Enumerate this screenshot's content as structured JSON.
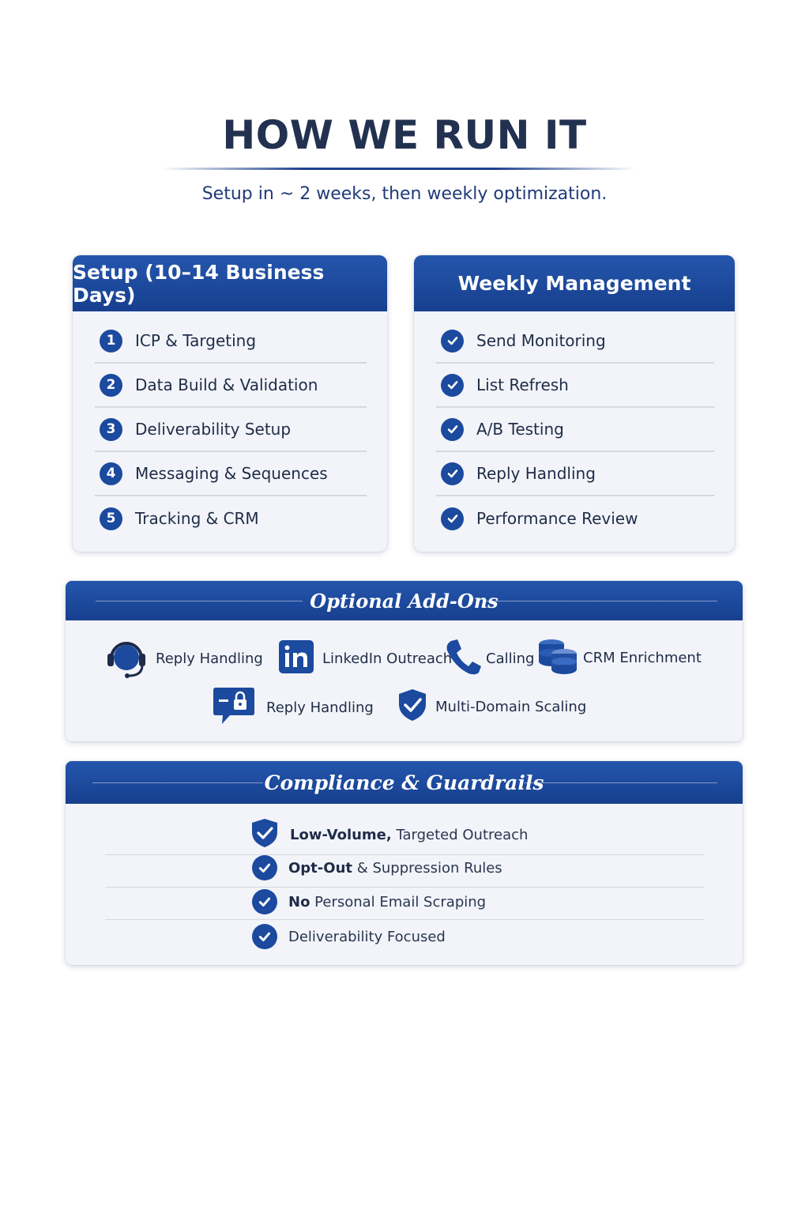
{
  "header": {
    "title": "HOW WE RUN IT",
    "subtitle": "Setup in ~ 2 weeks, then weekly optimization."
  },
  "setup": {
    "title": "Setup (10–14 Business Days)",
    "items": [
      {
        "num": "1",
        "label": "ICP & Targeting"
      },
      {
        "num": "2",
        "label": "Data Build & Validation"
      },
      {
        "num": "3",
        "label": "Deliverability Setup"
      },
      {
        "num": "4",
        "label": "Messaging & Sequences"
      },
      {
        "num": "5",
        "label": "Tracking & CRM"
      }
    ]
  },
  "weekly": {
    "title": "Weekly Management",
    "items": [
      {
        "label": "Send Monitoring"
      },
      {
        "label": "List Refresh"
      },
      {
        "label": "A/B Testing"
      },
      {
        "label": "Reply Handling"
      },
      {
        "label": "Performance Review"
      }
    ]
  },
  "addons": {
    "title": "Optional Add-Ons",
    "items": [
      {
        "label": "Reply Handling",
        "icon": "headset-icon"
      },
      {
        "label": "LinkedIn Outreach",
        "icon": "linkedin-icon"
      },
      {
        "label": "Calling",
        "icon": "phone-icon"
      },
      {
        "label": "CRM Enrichment",
        "icon": "database-icon"
      },
      {
        "label": "Reply Handling",
        "icon": "chat-lock-icon"
      },
      {
        "label": "Multi-Domain Scaling",
        "icon": "shield-check-icon"
      }
    ]
  },
  "compliance": {
    "title": "Compliance & Guardrails",
    "items": [
      {
        "strong": "Low-Volume,",
        "rest": " Targeted Outreach",
        "icon": "shield-check-icon"
      },
      {
        "strong": "Opt-Out",
        "rest": " & Suppression Rules",
        "icon": "check-circle-icon"
      },
      {
        "strong": "No",
        "rest": " Personal Email Scraping",
        "icon": "check-circle-icon"
      },
      {
        "strong": "",
        "rest": "Deliverability Focused",
        "icon": "check-circle-icon"
      }
    ]
  },
  "colors": {
    "brand_blue": "#1b4a9e",
    "header_gradient_top": "#2456ad",
    "header_gradient_bottom": "#173f8e",
    "title_text": "#233150"
  }
}
